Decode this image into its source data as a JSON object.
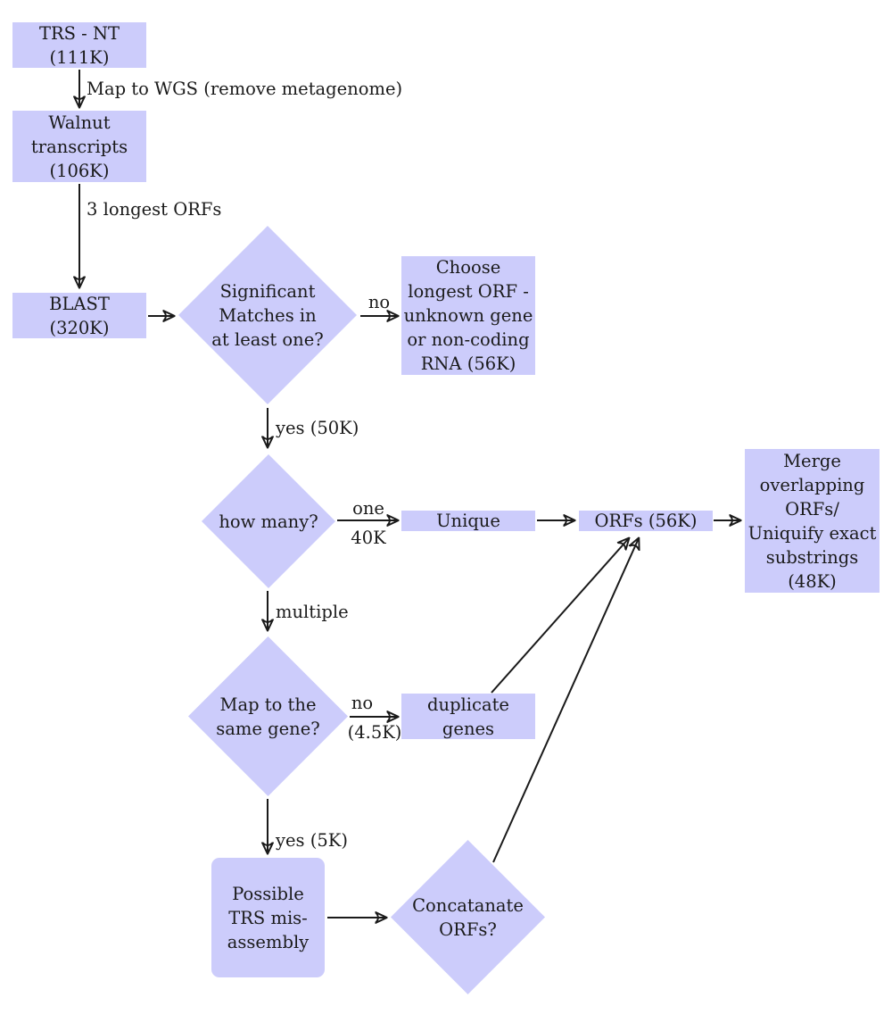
{
  "nodes": {
    "trs_nt": [
      "TRS - NT",
      "(111K)"
    ],
    "walnut": [
      "Walnut",
      "transcripts",
      "(106K)"
    ],
    "blast": [
      "BLAST",
      "(320K)"
    ],
    "significant": [
      "Significant",
      "Matches in",
      "at least one?"
    ],
    "choose_longest": [
      "Choose",
      "longest ORF -",
      "unknown gene",
      "or non-coding",
      "RNA (56K)"
    ],
    "how_many": [
      "how many?"
    ],
    "unique": [
      "Unique"
    ],
    "orfs": [
      "ORFs (56K)"
    ],
    "merge": [
      "Merge",
      "overlapping",
      "ORFs/",
      "Uniquify exact",
      "substrings",
      "(48K)"
    ],
    "map_same_gene": [
      "Map to the",
      "same gene?"
    ],
    "duplicate": [
      "duplicate",
      "genes"
    ],
    "possible_trs": [
      "Possible",
      "TRS mis-",
      "assembly"
    ],
    "concatenate": [
      "Concatanate",
      "ORFs?"
    ]
  },
  "edge_labels": {
    "map_wgs": "Map to WGS (remove metagenome)",
    "longest3": "3 longest ORFs",
    "no1": "no",
    "yes50": "yes (50K)",
    "one": "one",
    "k40": "40K",
    "multiple": "multiple",
    "no2": "no",
    "k45": "(4.5K)",
    "yes5": "yes (5K)"
  }
}
